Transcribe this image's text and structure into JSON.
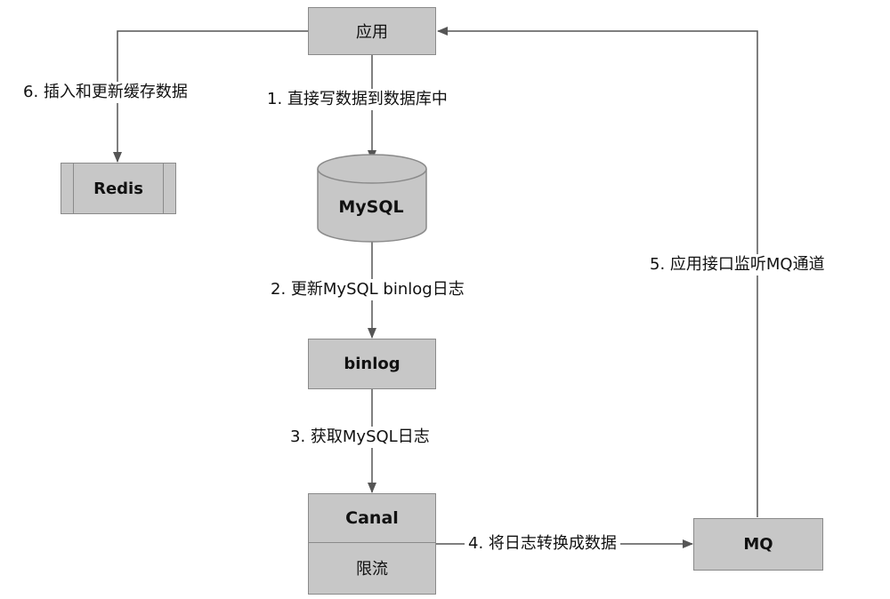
{
  "nodes": {
    "app": "应用",
    "redis": "Redis",
    "mysql": "MySQL",
    "binlog": "binlog",
    "canal": "Canal",
    "canal_sub": "限流",
    "mq": "MQ"
  },
  "edges": {
    "step1": "1. 直接写数据到数据库中",
    "step2": "2. 更新MySQL binlog日志",
    "step3": "3. 获取MySQL日志",
    "step4": "4. 将日志转换成数据",
    "step5": "5. 应用接口监听MQ通道",
    "step6": "6. 插入和更新缓存数据"
  },
  "colors": {
    "box_fill": "#c7c7c7",
    "box_border": "#8a8a8a",
    "line": "#555555"
  }
}
